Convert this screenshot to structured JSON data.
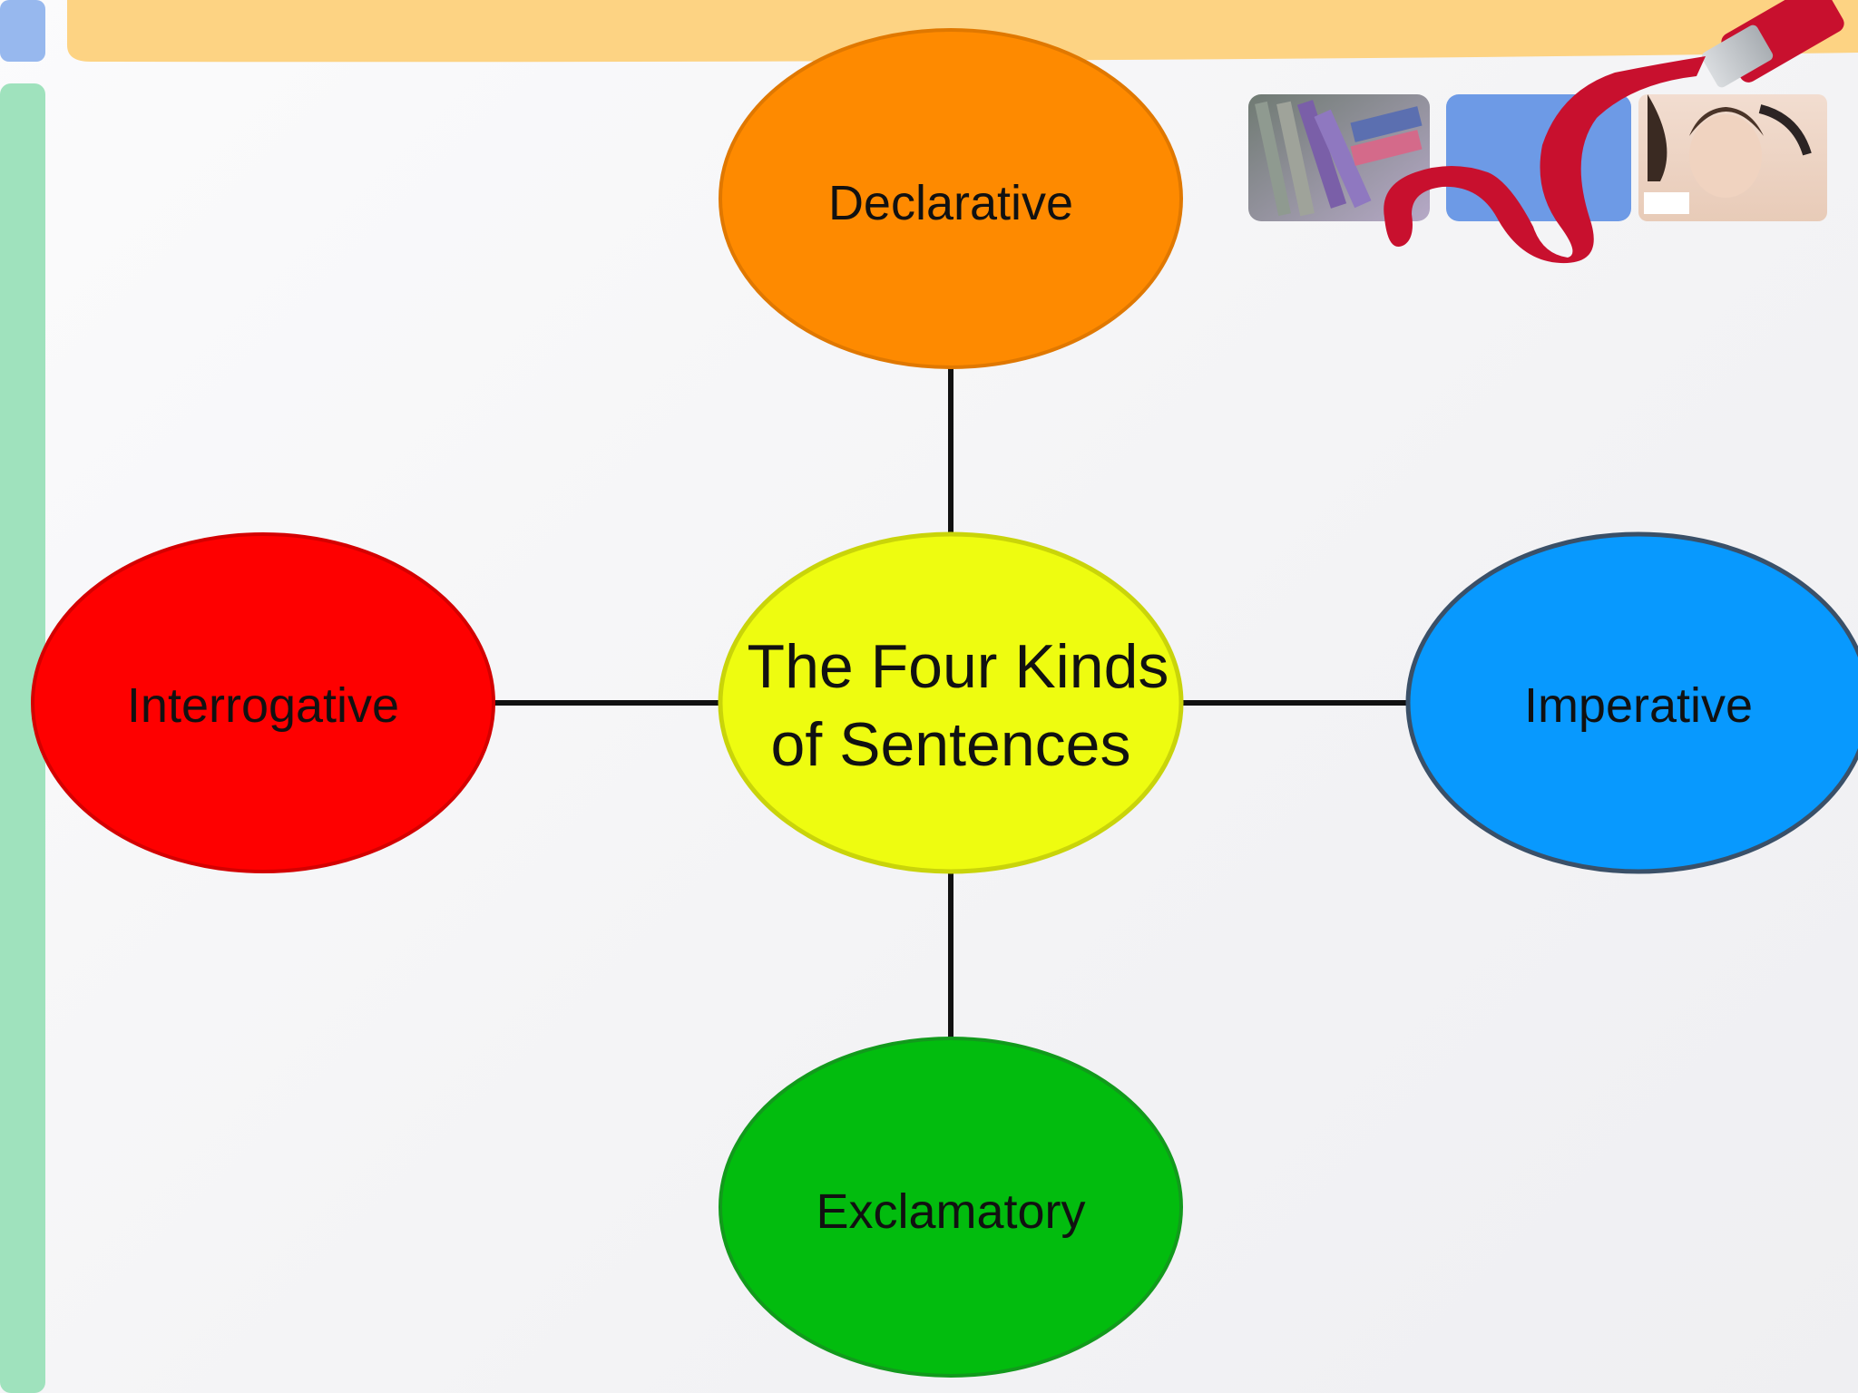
{
  "colors": {
    "top_band": "#fdd383",
    "left_band": "#9fe2bd",
    "corner_tab": "#97b8ee",
    "connector": "#111111",
    "paint": "#c8102e",
    "photo_blue": "#6d9ae6"
  },
  "decor": {
    "images": [
      "chalk-sticks-image",
      "blue-square-image",
      "child-drawing-image",
      "paint-tube-image"
    ]
  },
  "diagram": {
    "center": {
      "label_line1": "The Four Kinds",
      "label_line2": "of Sentences",
      "fill": "#eefc10",
      "stroke": "#c9d40a"
    },
    "top": {
      "label": "Declarative",
      "fill": "#fe8a00",
      "stroke": "#e07800"
    },
    "left": {
      "label": "Interrogative",
      "fill": "#fe0000",
      "stroke": "#d40000"
    },
    "right": {
      "label": "Imperative",
      "fill": "#0899fe",
      "stroke": "#3a5068"
    },
    "bottom": {
      "label": "Exclamatory",
      "fill": "#02bc0e",
      "stroke": "#129a1c"
    }
  }
}
